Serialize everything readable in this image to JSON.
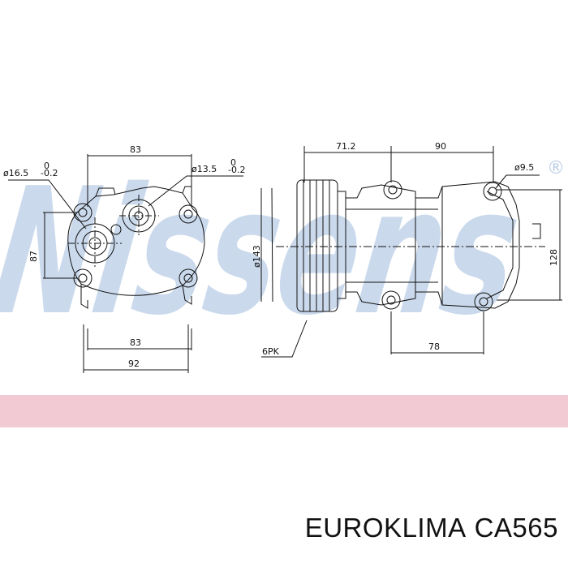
{
  "watermark": {
    "text": "Nissens",
    "mark": "®",
    "color": "#b9cde6"
  },
  "band_color": "#f1cad4",
  "dimensions": {
    "front_top": "83",
    "front_bottom_inner": "83",
    "front_bottom_outer": "92",
    "front_left": "87",
    "port_left": "ø16.5",
    "port_left_tol_upper": "0",
    "port_left_tol_lower": "-0.2",
    "port_right": "ø13.5",
    "port_right_tol_upper": "0",
    "port_right_tol_lower": "-0.2",
    "side_top_left": "71.2",
    "side_top_right": "90",
    "side_hole": "ø9.5",
    "side_height": "128",
    "pulley_dia": "ø143",
    "pulley_grooves": "6PK",
    "side_bottom": "78"
  },
  "caption": {
    "brand": "EUROKLIMA",
    "part": "CA565"
  }
}
